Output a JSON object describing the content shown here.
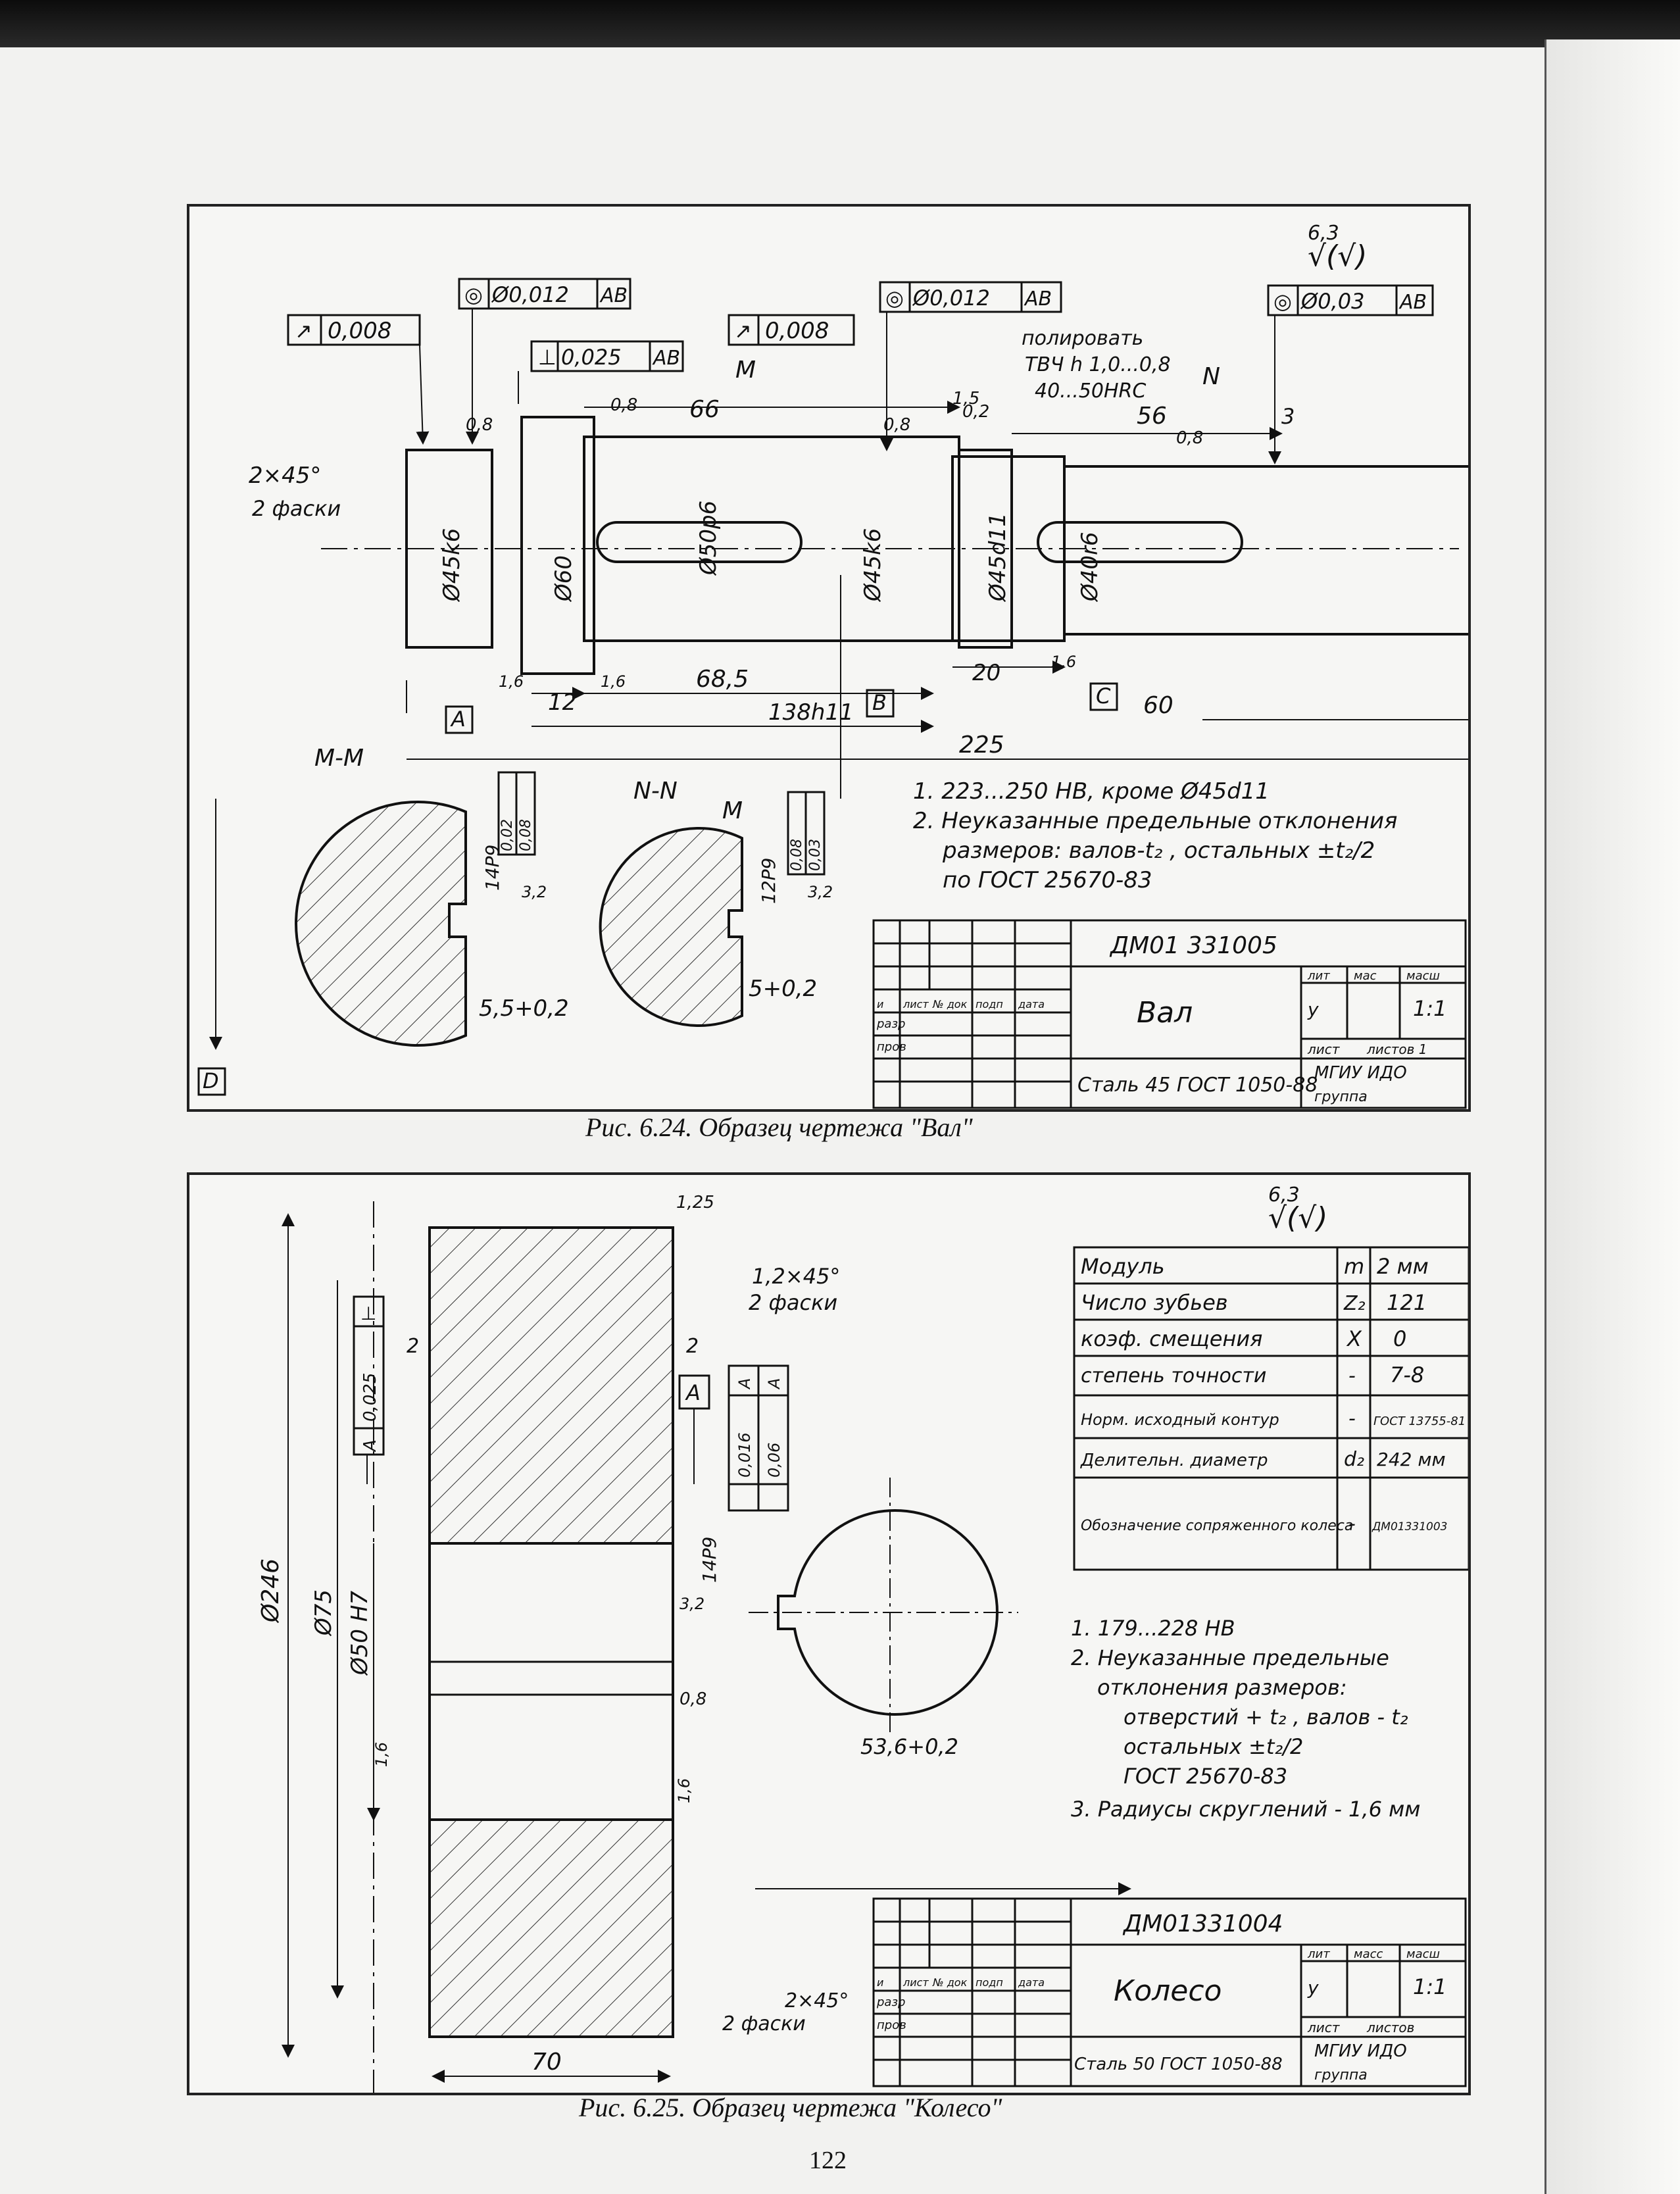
{
  "page_number": "122",
  "fig1": {
    "caption": "Рис. 6.24. Образец чертежа \"Вал\"",
    "roughness": "6,3",
    "roughness_sign": "√(√)",
    "tol_runout_1": "0,008",
    "tol_conc_1": "Ø0,012",
    "tol_conc_1_base": "AB",
    "tol_perp": "0,025",
    "tol_perp_base": "AB",
    "tol_runout_2": "0,008",
    "tol_conc_2": "Ø0,012",
    "tol_conc_2_base": "AB",
    "tol_conc_3": "Ø0,03",
    "tol_conc_3_base": "AB",
    "note_polish": "полировать",
    "note_tvch": "ТВЧ h 1,0...0,8",
    "note_hrc": "40...50HRC",
    "section_m": "M",
    "section_n": "N",
    "chamfer": "2×45°",
    "chamfer_note": "2 фаски",
    "dim_45k6_a": "Ø45k6",
    "dim_60": "Ø60",
    "dim_50p6": "Ø50p6",
    "dim_45k6_b": "Ø45k6",
    "dim_45d11": "Ø45d11",
    "dim_40r6": "Ø40r6",
    "dim_66": "66",
    "dim_56": "56",
    "dim_15": "1,5",
    "dim_3": "3",
    "dim_12": "12",
    "dim_685": "68,5",
    "dim_138": "138h11",
    "dim_20": "20",
    "dim_60len": "60",
    "dim_225": "225",
    "rough_08": "0,8",
    "rough_16": "1,6",
    "rough_02": "0,2",
    "rough_32": "3,2",
    "datum_a": "A",
    "datum_b": "B",
    "datum_c": "C",
    "datum_d": "D",
    "section_mm": "M-M",
    "section_nn": "N-N",
    "key_14p9": "14P9",
    "key_12p9": "12P9",
    "key_depth_1": "5,5+0,2",
    "key_depth_2": "5+0,2",
    "tol_par_1": "0,02",
    "tol_sym_1": "0,08",
    "tol_par_2": "0,08",
    "tol_sym_2": "0,03",
    "note_1": "1. 223...250 HB, кроме Ø45d11",
    "note_2a": "2. Неуказанные предельные отклонения",
    "note_2b": "размеров: валов-t₂ , остальных ±t₂/2",
    "note_2c": "по ГОСТ 25670-83",
    "tb_doc": "ДМ01 331005",
    "tb_name": "Вал",
    "tb_material": "Сталь 45 ГОСТ 1050-88",
    "tb_lit": "лит",
    "tb_mass": "мас",
    "tb_scale_h": "масш",
    "tb_u": "у",
    "tb_scale": "1:1",
    "tb_sheet": "лист",
    "tb_sheets": "листов 1",
    "tb_org": "МГИУ ИДО",
    "tb_group": "группа",
    "tb_izm": "и",
    "tb_list": "лист",
    "tb_ndok": "№ док",
    "tb_podp": "подп",
    "tb_data": "дата",
    "tb_razr": "разр",
    "tb_prov": "пров"
  },
  "fig2": {
    "caption": "Рис. 6.25. Образец чертежа \"Колесо\"",
    "roughness": "6,3",
    "roughness_sign": "√(√)",
    "rough_125": "1,25",
    "chamfer_1": "1,2×45°",
    "chamfer_1_note": "2 фаски",
    "chamfer_2": "2×45°",
    "chamfer_2_note": "2 фаски",
    "tol_perp": "0,025",
    "tol_perp_base": "A",
    "tol_par": "0,016",
    "tol_par_base": "A",
    "tol_sym": "0,06",
    "tol_sym_base": "A",
    "datum_a": "A",
    "dim_2a": "2",
    "dim_2b": "2",
    "dim_246": "Ø246",
    "dim_75": "Ø75",
    "dim_50h7": "Ø50 H7",
    "dim_14p9": "14P9",
    "dim_32": "3,2",
    "dim_08": "0,8",
    "dim_16a": "1,6",
    "dim_16b": "1,6",
    "dim_536": "53,6+0,2",
    "dim_70": "70",
    "params": [
      {
        "name": "Модуль",
        "sym": "m",
        "val": "2 мм"
      },
      {
        "name": "Число зубьев",
        "sym": "Z₂",
        "val": "121"
      },
      {
        "name": "коэф. смещения",
        "sym": "X",
        "val": "0"
      },
      {
        "name": "степень точности",
        "sym": "-",
        "val": "7-8"
      },
      {
        "name": "Норм. исходный контур",
        "sym": "-",
        "val": "ГОСТ 13755-81"
      },
      {
        "name": "Делительн. диаметр",
        "sym": "d₂",
        "val": "242 мм"
      },
      {
        "name": "Обозначение сопряженного колеса",
        "sym": "-",
        "val": "ДМ01331003"
      }
    ],
    "note_1": "1. 179...228 HB",
    "note_2a": "2. Неуказанные предельные",
    "note_2b": "отклонения размеров:",
    "note_2c": "отверстий + t₂ , валов - t₂",
    "note_2d": "остальных ±t₂/2",
    "note_2e": "ГОСТ 25670-83",
    "note_3": "3. Радиусы скруглений - 1,6 мм",
    "tb_doc": "ДМ01331004",
    "tb_name": "Колесо",
    "tb_material": "Сталь 50 ГОСТ 1050-88",
    "tb_lit": "лит",
    "tb_mass": "масс",
    "tb_scale_h": "масш",
    "tb_u": "у",
    "tb_scale": "1:1",
    "tb_sheet": "лист",
    "tb_sheets": "листов",
    "tb_org": "МГИУ ИДО",
    "tb_group": "группа",
    "tb_izm": "и",
    "tb_list": "лист",
    "tb_ndok": "№ док",
    "tb_podp": "подп",
    "tb_data": "дата",
    "tb_razr": "разр",
    "tb_prov": "пров"
  }
}
